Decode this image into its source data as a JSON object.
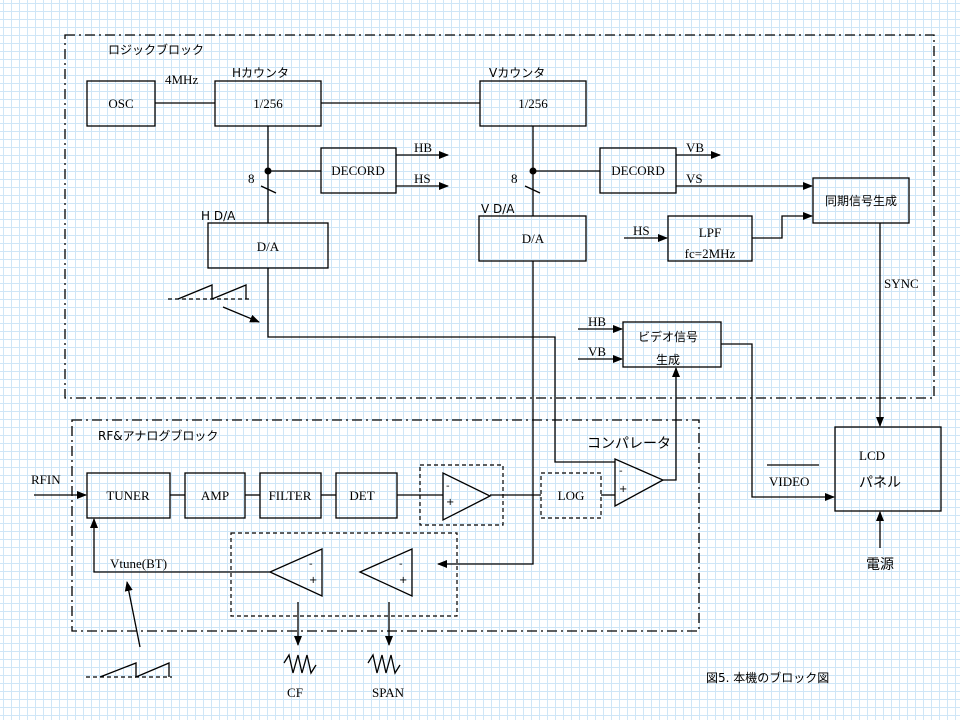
{
  "caption": "図5. 本機のブロック図",
  "logic_block": {
    "title": "ロジックブロック",
    "osc": "OSC",
    "osc_freq": "4MHz",
    "h_counter": {
      "label": "Hカウンタ",
      "value": "1/256"
    },
    "v_counter": {
      "label": "Vカウンタ",
      "value": "1/256"
    },
    "h_decord": "DECORD",
    "v_decord": "DECORD",
    "hb": "HB",
    "hs": "HS",
    "vb": "VB",
    "vs": "VS",
    "bus_width_h": "8",
    "bus_width_v": "8",
    "h_da": {
      "label": "H D/A",
      "value": "D/A"
    },
    "v_da": {
      "label": "V D/A",
      "value": "D/A"
    },
    "lpf": {
      "name": "LPF",
      "spec": "fc=2MHz",
      "input": "HS"
    },
    "sync_gen": "同期信号生成",
    "sync": "SYNC",
    "video_gen": {
      "line1": "ビデオ信号",
      "line2": "生成",
      "input_hb": "HB",
      "input_vb": "VB"
    }
  },
  "rf_block": {
    "title": "RF&アナログブロック",
    "rfin": "RFIN",
    "tuner": "TUNER",
    "amp": "AMP",
    "filter": "FILTER",
    "det": "DET",
    "log": "LOG",
    "comparator": "コンパレータ",
    "vtune": "Vtune(BT)",
    "cf": "CF",
    "span": "SPAN",
    "minus": "-",
    "plus": "+"
  },
  "lcd": {
    "line1": "LCD",
    "line2": "パネル"
  },
  "video": "VIDEO",
  "power": "電源"
}
